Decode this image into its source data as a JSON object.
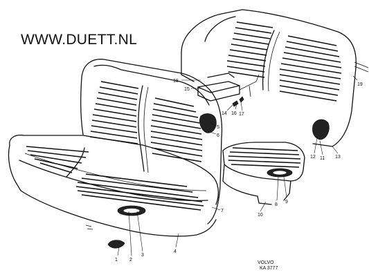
{
  "header": {
    "title": "WWW.DUETT.NL"
  },
  "diagram": {
    "callouts": [
      "1",
      "2",
      "3",
      "4",
      "5",
      "6",
      "7",
      "8",
      "9",
      "10",
      "11",
      "12",
      "13",
      "14",
      "15",
      "16",
      "17",
      "18",
      "19"
    ],
    "reference": {
      "line1": "VOLVO",
      "line2": "KA 3777"
    }
  }
}
